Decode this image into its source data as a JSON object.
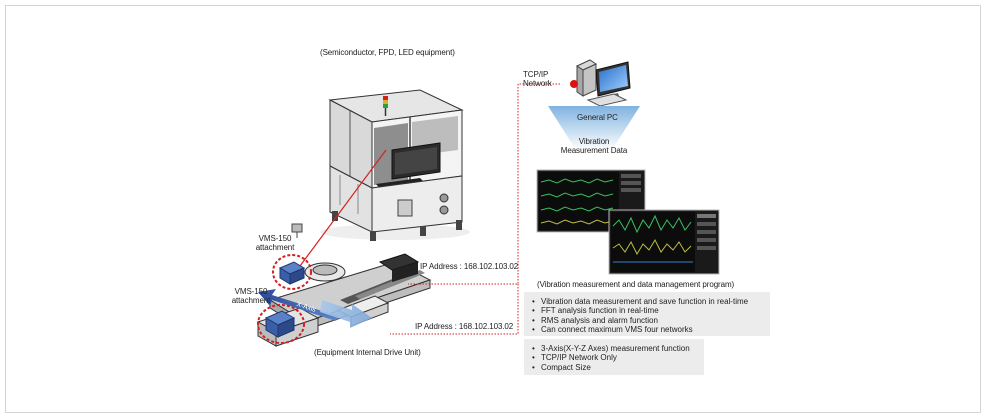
{
  "title": "(Semiconductor, FPD, LED equipment)",
  "network": {
    "label_line1": "TCP/IP",
    "label_line2": "Network"
  },
  "pc": {
    "label": "General PC"
  },
  "data_flow": {
    "label_line1": "Vibration",
    "label_line2": "Measurement Data"
  },
  "program": {
    "caption": "(Vibration measurement and data management program)"
  },
  "program_features": [
    "Vibration data measurement and save function in real-time",
    "FFT analysis function in real-time",
    "RMS analysis and alarm function",
    "Can connect maximum VMS four networks"
  ],
  "sensor_features": [
    "3-Axis(X-Y-Z Axes) measurement function",
    "TCP/IP Network Only",
    "Compact Size"
  ],
  "sensor_top": {
    "label_line1": "VMS-150",
    "label_line2": "attachment",
    "ip": "IP Address : 168.102.103.02"
  },
  "sensor_bottom": {
    "label_line1": "VMS-150",
    "label_line2": "attachment",
    "ip": "IP Address : 168.102.103.02"
  },
  "drive_unit": {
    "caption": "(Equipment Internal Drive Unit)"
  },
  "axis": {
    "label": "X-Axis"
  },
  "colors": {
    "link": "#d42020",
    "arrow_dark": "#2c4a9a",
    "arrow_light": "#7fa8d8",
    "panel": "#ececec",
    "sensor": "#3a5fa8"
  }
}
